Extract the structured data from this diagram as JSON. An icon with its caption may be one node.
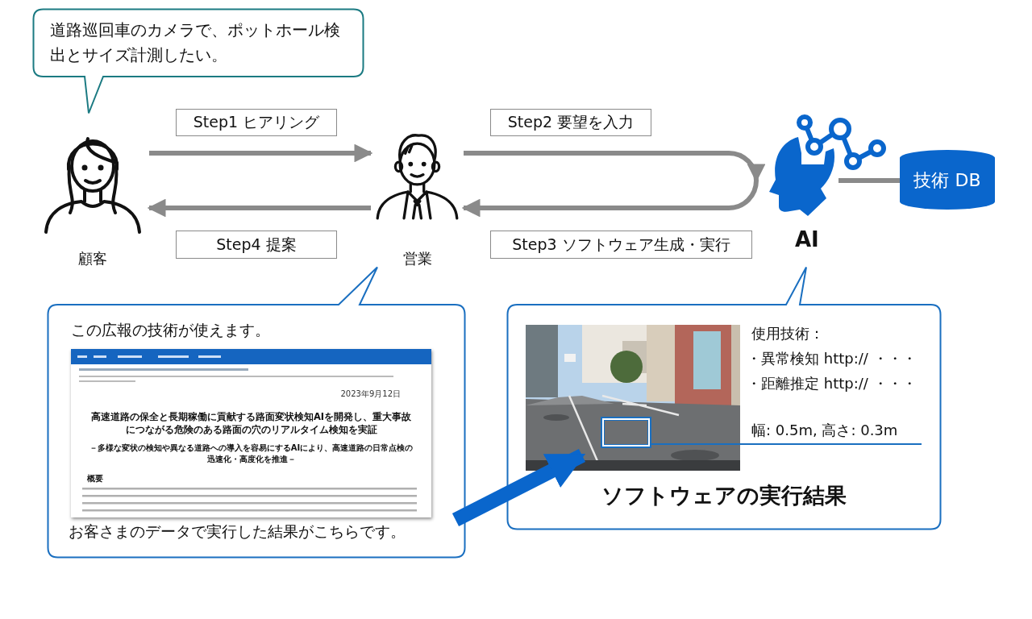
{
  "diagram": {
    "nodes": [
      {
        "text": [
          "顧客"
        ]
      },
      {
        "text": [
          "営業"
        ]
      },
      {
        "text": [
          "AI"
        ]
      },
      {
        "text": [
          "技術 DB"
        ]
      },
      {
        "text": [
          "道路巡回車のカメラで、ポットホール検出とサイズ計測したい。"
        ]
      },
      {
        "text": [
          "この広報の技術が使えます。",
          "お客さまのデータで実行した結果がこちらです。"
        ]
      },
      {
        "text": [
          "2023年9月12日",
          "高速道路の保全と長期稼働に貢献する路面変状検知AIを開発し、重大事故につながる危険のある路面の穴のリアルタイム検知を実証",
          "－多様な変状の検知や異なる道路への導入を容易にするAIにより、高速道路の日常点検の迅速化・高度化を推進－",
          "概要"
        ],
        "in": 5
      },
      {
        "text": [
          "使用技術：",
          "・異常検知 http:// ・・・",
          "・距離推定 http:// ・・・",
          "ソフトウェアの実行結果"
        ]
      },
      {
        "text": [],
        "shape": "picture",
        "in": 7
      },
      {
        "text": [],
        "shape": "box",
        "in": 8
      },
      {
        "text": [
          "幅: 0.5m, 高さ: 0.3m"
        ],
        "in": 7
      }
    ],
    "edges": [
      {
        "from": 0,
        "to": 1,
        "arrow": "to",
        "label": "Step1 ヒアリング"
      },
      {
        "from": 1,
        "to": 2,
        "arrow": "to",
        "label": "Step2 要望を入力"
      },
      {
        "from": 2,
        "to": 1,
        "arrow": "to",
        "label": "Step3 ソフトウェア生成・実行"
      },
      {
        "from": 1,
        "to": 0,
        "arrow": "to",
        "label": "Step4 提案"
      },
      {
        "from": 2,
        "to": 3,
        "arrow": "none"
      },
      {
        "from": 5,
        "to": 8,
        "arrow": "to",
        "style": "thick",
        "color": "#0a66cc"
      },
      {
        "from": 9,
        "to": 10,
        "arrow": "none",
        "color": "#1a6fc0"
      }
    ]
  }
}
